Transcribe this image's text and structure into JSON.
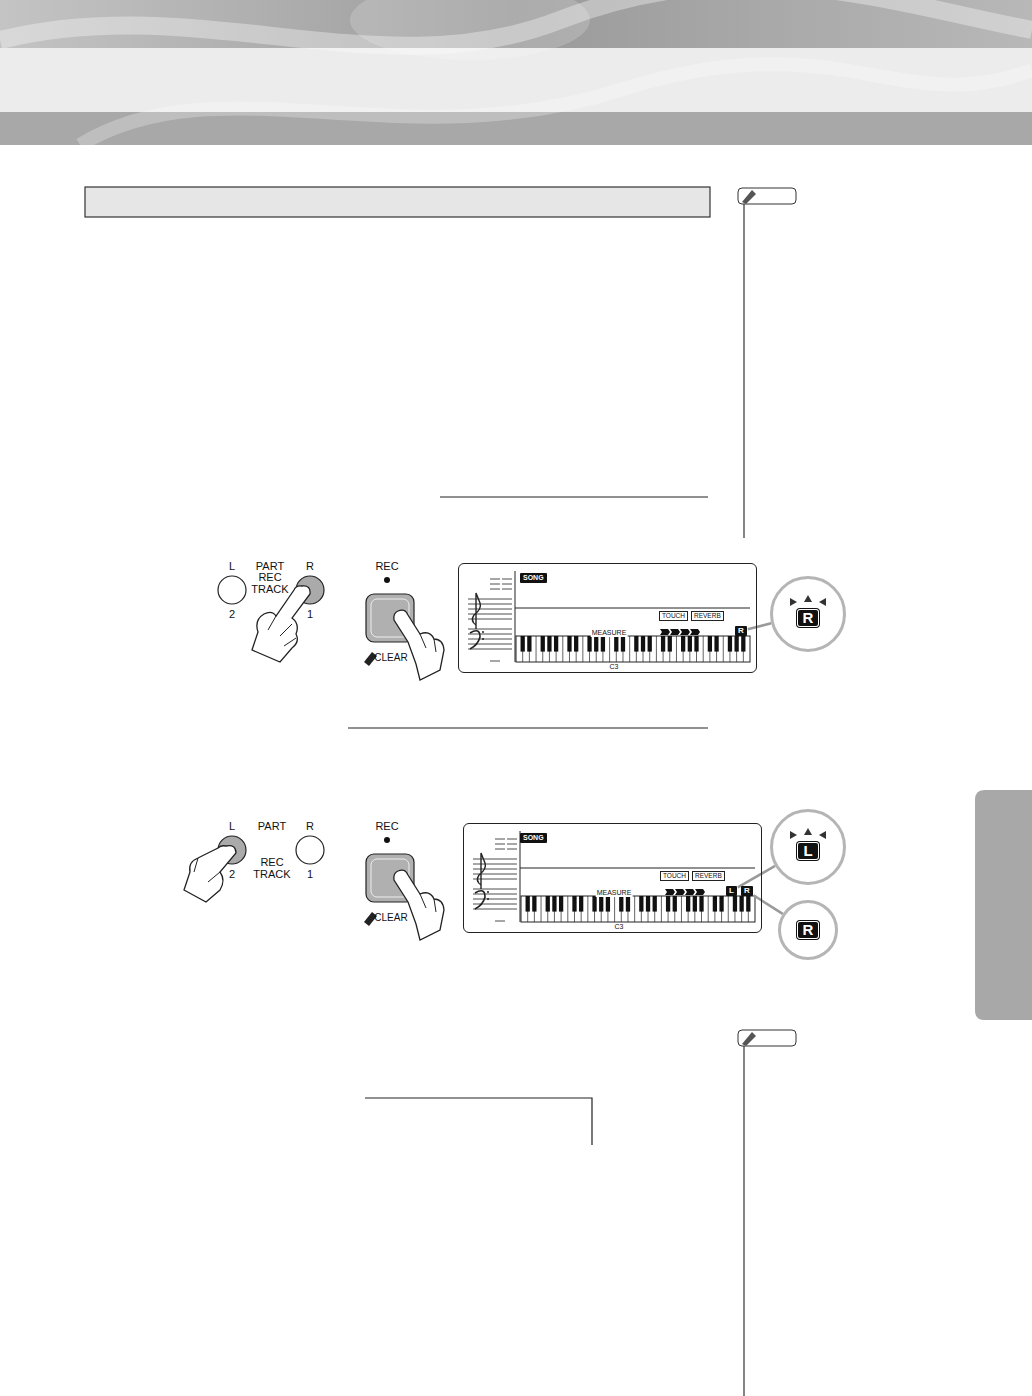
{
  "diagram": {
    "nodes": [
      {
        "text": [
          "MEASURE",
          "C3"
        ]
      },
      {
        "text": [
          "SONG"
        ],
        "in": 0
      },
      {
        "text": [
          "TOUCH"
        ],
        "in": 0
      },
      {
        "text": [
          "REVERB"
        ],
        "in": 0
      },
      {
        "text": [
          "R"
        ],
        "in": 0
      },
      {
        "text": [
          "R"
        ]
      },
      {
        "text": [
          "MEASURE",
          "C3"
        ]
      },
      {
        "text": [
          "SONG"
        ],
        "in": 6
      },
      {
        "text": [
          "TOUCH"
        ],
        "in": 6
      },
      {
        "text": [
          "REVERB"
        ],
        "in": 6
      },
      {
        "text": [
          "L"
        ],
        "in": 6
      },
      {
        "text": [
          "R"
        ],
        "in": 6
      },
      {
        "text": [
          "L"
        ]
      },
      {
        "text": [
          "R"
        ]
      }
    ],
    "edges": [
      {
        "from": 4,
        "to": 5,
        "arrow": "none"
      },
      {
        "from": 10,
        "to": 12,
        "arrow": "none"
      },
      {
        "from": 11,
        "to": 13,
        "arrow": "none"
      }
    ],
    "labels": [
      "L",
      "PART",
      "R",
      "REC TRACK",
      "2",
      "1",
      "REC",
      "CLEAR",
      "L",
      "PART",
      "R",
      "REC TRACK",
      "2",
      "1",
      "REC",
      "CLEAR"
    ]
  }
}
